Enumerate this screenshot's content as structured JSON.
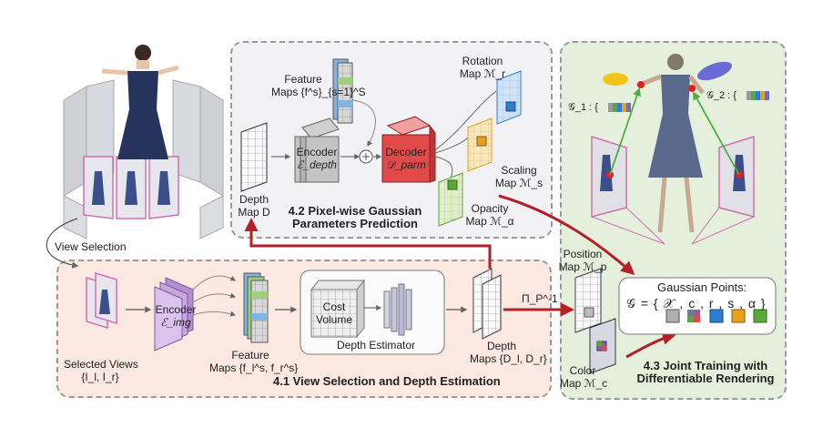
{
  "panels": {
    "view_depth_title": "4.1 View Selection and Depth Estimation",
    "gaussian_params_title_l1": "4.2 Pixel-wise Gaussian",
    "gaussian_params_title_l2": "Parameters Prediction",
    "joint_training_title_l1": "4.3 Joint Training with",
    "joint_training_title_l2": "Differentiable Rendering"
  },
  "labels": {
    "view_selection": "View Selection",
    "selected_views_l1": "Selected Views",
    "selected_views_l2": "{I_l, I_r}",
    "encoder_img_l1": "Encoder",
    "encoder_img_l2": "ℰ_img",
    "feature_maps_bottom_l1": "Feature",
    "feature_maps_bottom_l2": "Maps {f_l^s, f_r^s}",
    "cost_volume_l1": "Cost",
    "cost_volume_l2": "Volume",
    "depth_estimator": "Depth Estimator",
    "depth_maps_l1": "Depth",
    "depth_maps_l2": "Maps {D_l, D_r}",
    "projection": "Π_P^-1",
    "feature_maps_top_l1": "Feature",
    "feature_maps_top_l2": "Maps {f^s}_{s=1}^S",
    "encoder_depth_l1": "Encoder",
    "encoder_depth_l2": "ℰ_depth",
    "decoder_l1": "Decoder",
    "decoder_l2": "𝒟_parm",
    "depth_map_l1": "Depth",
    "depth_map_l2": "Map D",
    "rotation_l1": "Rotation",
    "rotation_l2": "Map ℳ_r",
    "scaling_l1": "Scaling",
    "scaling_l2": "Map ℳ_s",
    "opacity_l1": "Opacity",
    "opacity_l2": "Map ℳ_α",
    "position_l1": "Position",
    "position_l2": "Map ℳ_p",
    "color_l1": "Color",
    "color_l2": "Map ℳ_c",
    "gaussian_points_title": "Gaussian Points:",
    "gaussian_formula": "𝒢 = { 𝒳 , c , r , s , α }",
    "g1": "𝒢_1 : {",
    "g2": "𝒢_2 : {"
  },
  "colors": {
    "panel_pink_bg": "#fbe9e1",
    "panel_gray_bg": "#f2f2f5",
    "panel_green_bg": "#e5f0dc",
    "encoder_purple": "#c9a8e0",
    "decoder_red": "#e04a4a",
    "arrow_red": "#b3202a",
    "rotation_blue": "#2f7fd0",
    "scaling_orange": "#e7a020",
    "opacity_green": "#5aa83c",
    "dress_navy": "#26335c"
  }
}
